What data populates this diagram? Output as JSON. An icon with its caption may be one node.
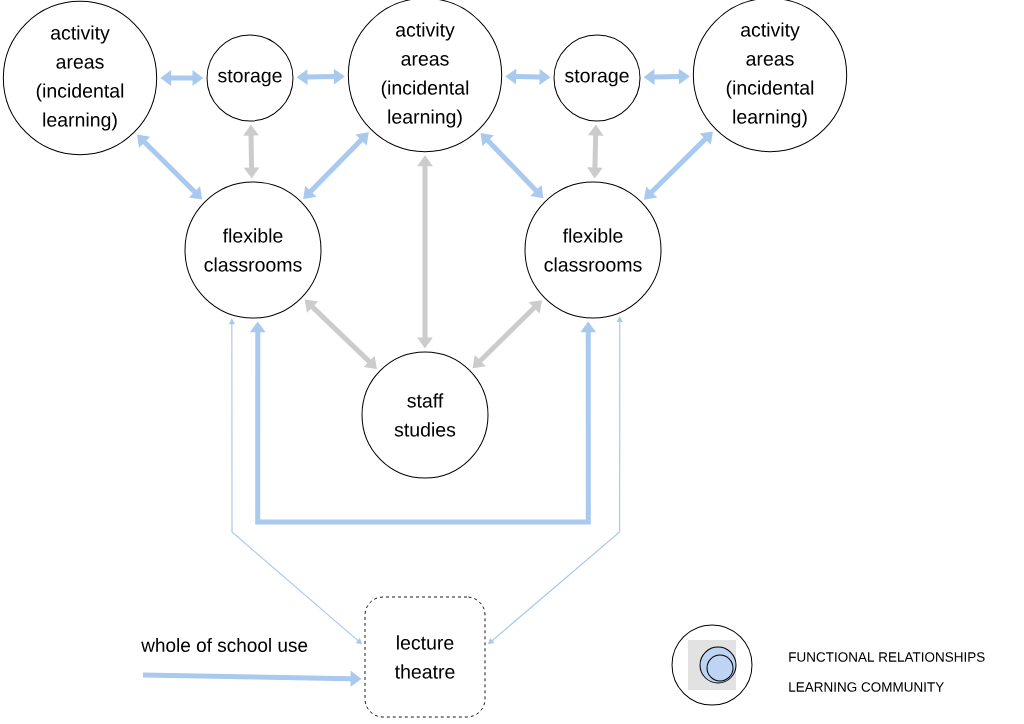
{
  "diagram": {
    "nodes": [
      {
        "text": [
          "activity areas (incidental learning)"
        ]
      },
      {
        "text": [
          "storage"
        ]
      },
      {
        "text": [
          "activity areas (incidental learning)"
        ]
      },
      {
        "text": [
          "storage"
        ]
      },
      {
        "text": [
          "activity areas (incidental learning)"
        ]
      },
      {
        "text": [
          "flexible classrooms"
        ]
      },
      {
        "text": [
          "flexible classrooms"
        ]
      },
      {
        "text": [
          "staff studies"
        ]
      },
      {
        "text": [
          "lecture theatre"
        ]
      }
    ],
    "edges": [
      {
        "from": 0,
        "to": 1,
        "arrow": "both"
      },
      {
        "from": 1,
        "to": 2,
        "arrow": "both"
      },
      {
        "from": 2,
        "to": 3,
        "arrow": "both"
      },
      {
        "from": 3,
        "to": 4,
        "arrow": "both"
      },
      {
        "from": 0,
        "to": 5,
        "arrow": "both"
      },
      {
        "from": 1,
        "to": 5,
        "arrow": "both",
        "color": "#cccccc"
      },
      {
        "from": 2,
        "to": 5,
        "arrow": "both"
      },
      {
        "from": 2,
        "to": 7,
        "arrow": "both",
        "color": "#cccccc"
      },
      {
        "from": 2,
        "to": 6,
        "arrow": "both"
      },
      {
        "from": 3,
        "to": 6,
        "arrow": "both",
        "color": "#cccccc"
      },
      {
        "from": 4,
        "to": 6,
        "arrow": "both"
      },
      {
        "from": 5,
        "to": 7,
        "arrow": "both",
        "color": "#cccccc"
      },
      {
        "from": 6,
        "to": 7,
        "arrow": "both",
        "color": "#cccccc"
      },
      {
        "from": 5,
        "to": 6,
        "arrow": "both"
      },
      {
        "from": 8,
        "to": 5,
        "arrow": "both"
      },
      {
        "from": 8,
        "to": 6,
        "arrow": "both"
      },
      {
        "from": null,
        "to": 8,
        "arrow": "to",
        "label": "whole of school use"
      }
    ],
    "legend": [
      {
        "text": "FUNCTIONAL RELATIONSHIPS"
      },
      {
        "text": "LEARNING COMMUNITY"
      }
    ]
  }
}
